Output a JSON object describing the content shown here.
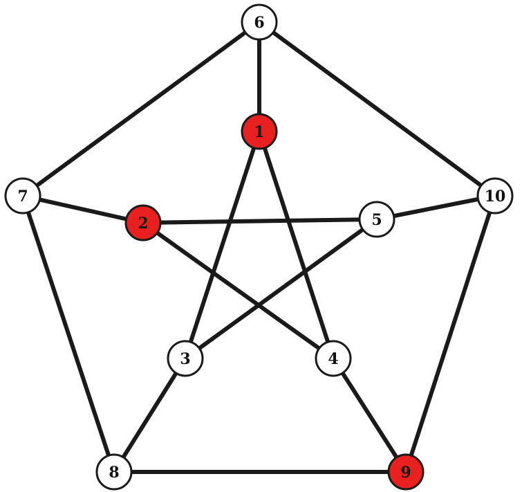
{
  "colors": {
    "highlight": "#e8201f",
    "normal": "#ffffff",
    "edge": "#1a1a1a",
    "stroke": "#1a1a1a"
  },
  "nodes": [
    {
      "id": "1",
      "label": "1",
      "highlighted": true
    },
    {
      "id": "2",
      "label": "2",
      "highlighted": true
    },
    {
      "id": "3",
      "label": "3",
      "highlighted": false
    },
    {
      "id": "4",
      "label": "4",
      "highlighted": false
    },
    {
      "id": "5",
      "label": "5",
      "highlighted": false
    },
    {
      "id": "6",
      "label": "6",
      "highlighted": false
    },
    {
      "id": "7",
      "label": "7",
      "highlighted": false
    },
    {
      "id": "8",
      "label": "8",
      "highlighted": false
    },
    {
      "id": "9",
      "label": "9",
      "highlighted": true
    },
    {
      "id": "10",
      "label": "10",
      "highlighted": false
    }
  ],
  "edges": [
    [
      "6",
      "1"
    ],
    [
      "6",
      "7"
    ],
    [
      "6",
      "10"
    ],
    [
      "7",
      "2"
    ],
    [
      "7",
      "8"
    ],
    [
      "10",
      "5"
    ],
    [
      "10",
      "9"
    ],
    [
      "8",
      "9"
    ],
    [
      "8",
      "3"
    ],
    [
      "9",
      "4"
    ],
    [
      "1",
      "3"
    ],
    [
      "1",
      "4"
    ],
    [
      "2",
      "5"
    ],
    [
      "2",
      "4"
    ],
    [
      "3",
      "5"
    ]
  ]
}
